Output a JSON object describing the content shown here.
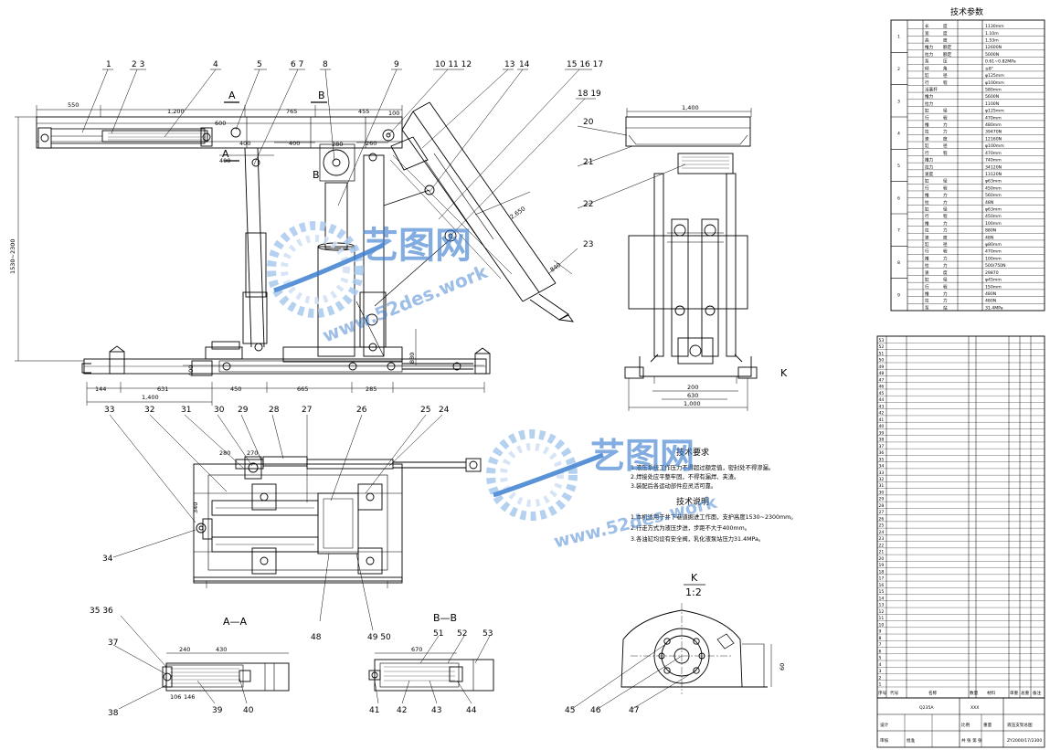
{
  "watermark": {
    "brand": "艺图网",
    "url": "www.52des.work",
    "colors": {
      "primary": "#3d7fd0",
      "light": "#a9c9ee"
    }
  },
  "views": {
    "section_a": "A",
    "section_b": "B",
    "section_aa": "A—A",
    "section_bb": "B—B",
    "view_k": "K",
    "view_k_scale": "1:2",
    "view_k_side": "K"
  },
  "balloons_top": [
    "1",
    "2 3",
    "4",
    "5",
    "6 7",
    "8",
    "9",
    "10 11 12",
    "13",
    "14",
    "15 16 17",
    "18 19"
  ],
  "balloons_right": [
    "20",
    "21",
    "22",
    "23"
  ],
  "balloons_plan": [
    "33",
    "32",
    "31",
    "30",
    "29",
    "28",
    "27",
    "26",
    "25",
    "24",
    "34"
  ],
  "balloons_bottom": [
    "35 36",
    "37",
    "38",
    "39",
    "40",
    "41",
    "42",
    "43",
    "44",
    "45",
    "46",
    "47",
    "48",
    "49 50",
    "51",
    "52",
    "53"
  ],
  "dimensions": {
    "d550": "550",
    "d1200": "1,200",
    "d600": "600",
    "d765": "765",
    "d455": "455",
    "d400a": "400",
    "d400b": "400",
    "d400c": "400",
    "d280": "280",
    "d260": "260",
    "d100": "100",
    "d1530": "1530~2300",
    "d144": "144",
    "d631": "631",
    "d1400": "1,400",
    "d450": "450",
    "d665": "665",
    "d285": "285",
    "d880": "880",
    "d2650": "2,650",
    "d840": "840",
    "r1400": "1,400",
    "r200": "200",
    "r630": "630",
    "r1000": "1,000",
    "p270": "270",
    "p280": "280",
    "p340": "340",
    "aa240": "240",
    "aa430": "430",
    "aa106": "106",
    "aa146": "146",
    "bb670": "670",
    "k60": "60"
  },
  "notes": {
    "title1": "技术要求",
    "items1": [
      "1.液压系统工作压力不得超过额定值，密封处不得渗漏。",
      "2.焊接处应平整牢固，不得有漏焊、夹渣。",
      "3.装配后各运动部件应灵活可靠。"
    ],
    "title2": "技术说明",
    "items2": [
      "1.本机适用于井下巷道掘进工作面，支护高度1530~2300mm。",
      "2.行走方式为液压步进，步距不大于400mm。",
      "3.各油缸均设有安全阀，乳化液泵站压力31.4MPa。"
    ]
  },
  "params": {
    "title": "技术参数",
    "sections": [
      "1",
      "2",
      "3",
      "4",
      "5",
      "6",
      "7",
      "8",
      "9"
    ],
    "rows": [
      [
        "长",
        "度",
        "1130mm"
      ],
      [
        "宽",
        "度",
        "1.10m"
      ],
      [
        "高",
        "度",
        "1.53m"
      ],
      [
        "推力",
        "额定",
        "12600N"
      ],
      [
        "拉力",
        "额定",
        "5000N"
      ],
      [
        "泵",
        "压",
        "0.61~0.82MPa"
      ],
      [
        "倾",
        "角",
        "≤8°"
      ],
      [
        "缸",
        "径",
        "φ125mm"
      ],
      [
        "行",
        "程",
        "φ100mm"
      ],
      [
        "活塞杆",
        "",
        "580mm"
      ],
      [
        "推力",
        "",
        "5600N"
      ],
      [
        "拉力",
        "",
        "1100N"
      ],
      [
        "缸",
        "径",
        "φ125mm"
      ],
      [
        "行",
        "程",
        "470mm"
      ],
      [
        "推",
        "力",
        "480mm"
      ],
      [
        "拉",
        "力",
        "39470N"
      ],
      [
        "速",
        "度",
        "12160N"
      ],
      [
        "缸",
        "径",
        "φ100mm"
      ],
      [
        "行",
        "程",
        "470mm"
      ],
      [
        "推力",
        "",
        "740mm"
      ],
      [
        "拉力",
        "",
        "34120N"
      ],
      [
        "速度",
        "",
        "13120N"
      ],
      [
        "缸",
        "径",
        "φ63mm"
      ],
      [
        "行",
        "程",
        "450mm"
      ],
      [
        "推",
        "力",
        "560mm"
      ],
      [
        "拉",
        "力",
        "48N"
      ],
      [
        "缸",
        "径",
        "φ63mm"
      ],
      [
        "行",
        "程",
        "450mm"
      ],
      [
        "推",
        "力",
        "100mm"
      ],
      [
        "拉",
        "力",
        "880N"
      ],
      [
        "速",
        "度",
        "48N"
      ],
      [
        "缸",
        "径",
        "φ80mm"
      ],
      [
        "行",
        "程",
        "470mm"
      ],
      [
        "推",
        "力",
        "100mm"
      ],
      [
        "拉",
        "力",
        "500/750N"
      ],
      [
        "速",
        "度",
        "29870"
      ],
      [
        "缸",
        "径",
        "φ45mm"
      ],
      [
        "行",
        "程",
        "150mm"
      ],
      [
        "推",
        "力",
        "480N"
      ],
      [
        "拉",
        "力",
        "480N"
      ],
      [
        "泵",
        "站",
        "31.4MPa"
      ]
    ]
  },
  "bom": {
    "header": [
      "序号",
      "代号",
      "名称",
      "数量",
      "材料",
      "单重",
      "总重",
      "备注"
    ],
    "rows_count": 53
  },
  "title_block": {
    "company": "XXX",
    "drawing_name": "液压支架总图",
    "drawing_no": "ZY2000/17/2300",
    "label_scale": "比例",
    "label_weight": "重量",
    "label_sheet": "共  张  第  张",
    "label_design": "设计",
    "label_check": "审核",
    "label_approve": "批准",
    "material": "Q235A"
  }
}
